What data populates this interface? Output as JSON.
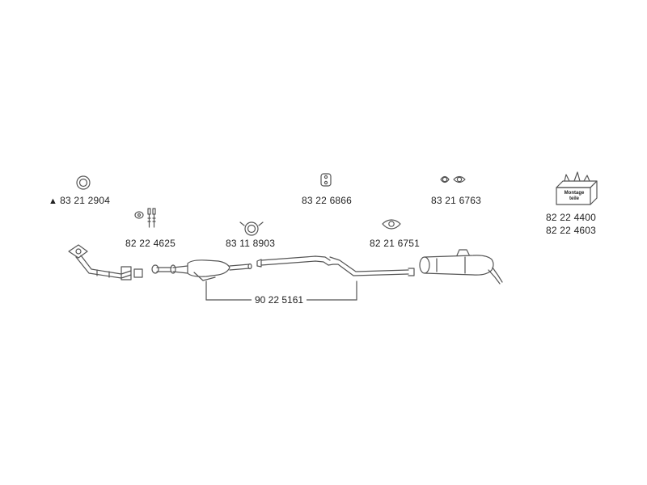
{
  "parts": [
    {
      "id": "gasket-ring",
      "number": "83 21 2904",
      "prefix": "▲"
    },
    {
      "id": "bolt-kit",
      "number": "82 22 4625"
    },
    {
      "id": "clamp",
      "number": "83 11 8903"
    },
    {
      "id": "rubber-hanger",
      "number": "83 22 6866"
    },
    {
      "id": "flange-gasket",
      "number": "82 21 6751"
    },
    {
      "id": "double-gasket",
      "number": "83 21 6763"
    },
    {
      "id": "mounting-kit-a",
      "number": "82 22 4400"
    },
    {
      "id": "mounting-kit-b",
      "number": "82 22 4603"
    }
  ],
  "assembly": {
    "number": "90 22 5161"
  },
  "kit_box_text": "Montage teile",
  "colors": {
    "line": "#555555",
    "text": "#222222",
    "background": "#ffffff"
  }
}
